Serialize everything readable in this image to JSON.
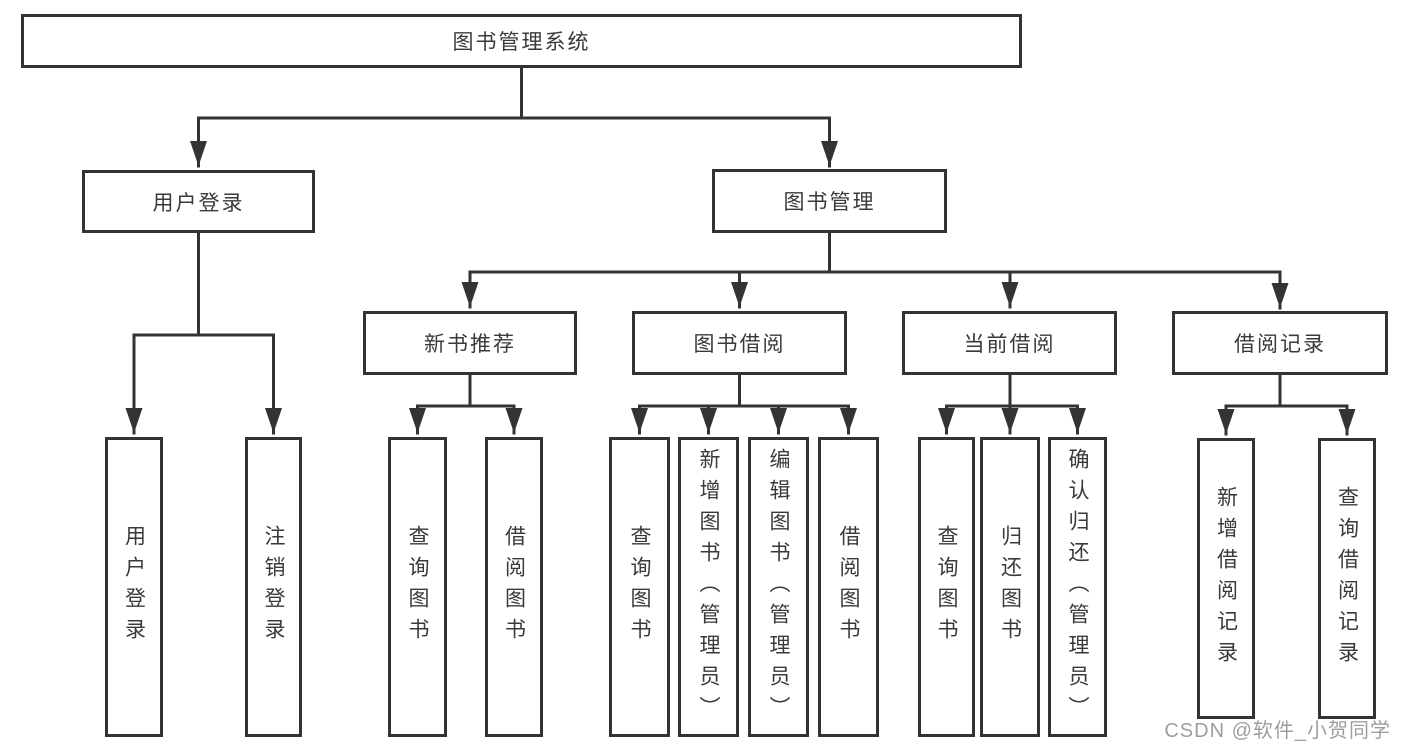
{
  "tree": {
    "root": {
      "label": "图书管理系统",
      "children": [
        {
          "label": "用户登录",
          "children": [
            {
              "label": "用户登录"
            },
            {
              "label": "注销登录"
            }
          ]
        },
        {
          "label": "图书管理",
          "children": [
            {
              "label": "新书推荐",
              "children": [
                {
                  "label": "查询图书"
                },
                {
                  "label": "借阅图书"
                }
              ]
            },
            {
              "label": "图书借阅",
              "children": [
                {
                  "label": "查询图书"
                },
                {
                  "label": "新增图书（管理员）"
                },
                {
                  "label": "编辑图书（管理员）"
                },
                {
                  "label": "借阅图书"
                }
              ]
            },
            {
              "label": "当前借阅",
              "children": [
                {
                  "label": "查询图书"
                },
                {
                  "label": "归还图书"
                },
                {
                  "label": "确认归还（管理员）"
                }
              ]
            },
            {
              "label": "借阅记录",
              "children": [
                {
                  "label": "新增借阅记录"
                },
                {
                  "label": "查询借阅记录"
                }
              ]
            }
          ]
        }
      ]
    }
  },
  "watermark": {
    "text": "CSDN @软件_小贺同学"
  },
  "colors": {
    "line": "#333333",
    "box_border": "#333333",
    "text": "#3a3a3a",
    "watermark": "#9e9e9e",
    "background": "#ffffff"
  }
}
